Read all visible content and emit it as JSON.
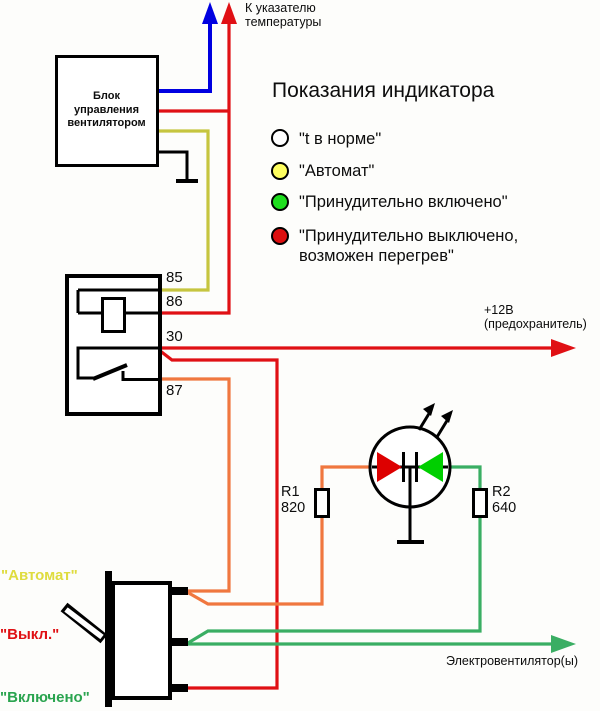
{
  "colors": {
    "wire_blue": "#0000e0",
    "wire_red": "#e01014",
    "wire_khaki": "#c6c53f",
    "wire_orange": "#f0773f",
    "wire_green": "#3aae63",
    "led_red": "#dd0000",
    "led_green": "#00cf00",
    "ind_white": "#ffffff",
    "ind_yellow": "#ffff60",
    "ind_green": "#1edd1e",
    "ind_red": "#dd0f0f",
    "label_yellow": "#dfdc3e",
    "label_red": "#e01014",
    "label_green": "#2aa44f"
  },
  "top": {
    "gauge_label": "К указателю\nтемпературы"
  },
  "control_box": {
    "label": "Блок\nуправления\nвентилятором"
  },
  "legend": {
    "title": "Показания индикатора",
    "items": [
      {
        "color": "white",
        "label": "\"t в норме\""
      },
      {
        "color": "yellow",
        "label": "\"Автомат\""
      },
      {
        "color": "green",
        "label": "\"Принудительно включено\""
      },
      {
        "color": "red",
        "label": "\"Принудительно выключено,\nвозможен перегрев\""
      }
    ]
  },
  "relay": {
    "pins": [
      "85",
      "86",
      "30",
      "87"
    ]
  },
  "power": {
    "label": "+12В\n(предохранитель)"
  },
  "resistors": {
    "r1": {
      "label": "R1\n820"
    },
    "r2": {
      "label": "R2\n640"
    }
  },
  "switch": {
    "positions": [
      {
        "label": "\"Автомат\""
      },
      {
        "label": "\"Выкл.\""
      },
      {
        "label": "\"Включено\""
      }
    ]
  },
  "fan": {
    "label": "Электровентилятор(ы)"
  }
}
